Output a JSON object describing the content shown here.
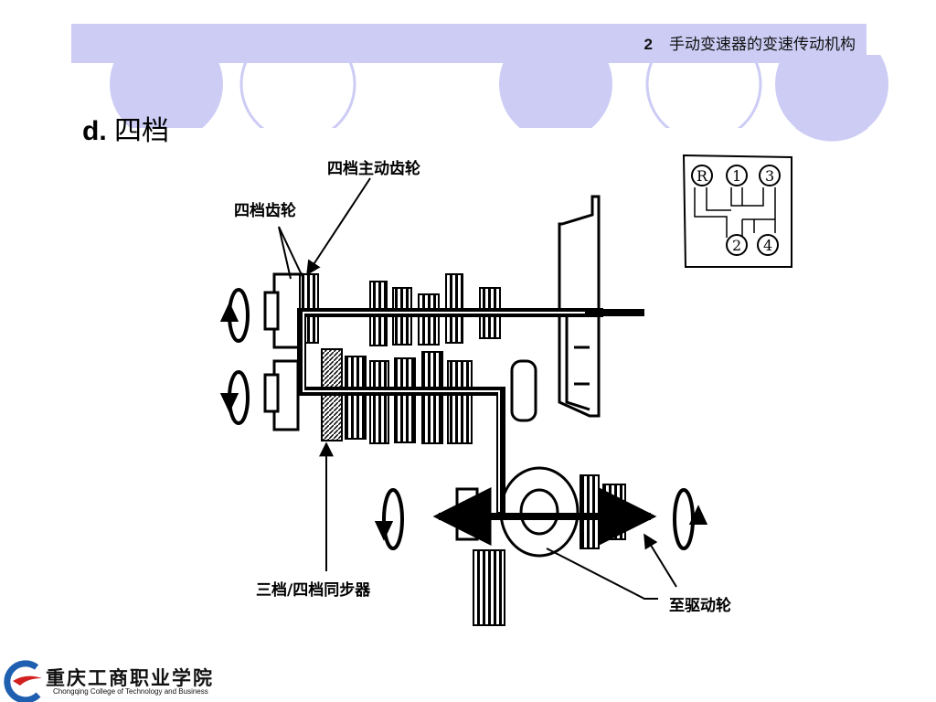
{
  "header": {
    "number": "2",
    "title": "手动变速器的变速传动机构"
  },
  "slide": {
    "title_prefix": "d.",
    "title_text": "四档"
  },
  "diagram": {
    "labels": {
      "fourth_drive_gear": "四档主动齿轮",
      "fourth_gear": "四档齿轮",
      "synchronizer": "三档/四档同步器",
      "to_drive_wheel": "至驱动轮"
    },
    "shift_pattern": {
      "reverse": "R",
      "gear1": "1",
      "gear2": "2",
      "gear3": "3",
      "gear4": "4"
    }
  },
  "logo": {
    "name_cn": "重庆工商职业学院",
    "name_en": "Chongqing College of Technology and Business"
  },
  "colors": {
    "header_bg": "#ccccf5",
    "deco_circle": "#ccccf5",
    "logo_blue": "#1f5fb0"
  }
}
